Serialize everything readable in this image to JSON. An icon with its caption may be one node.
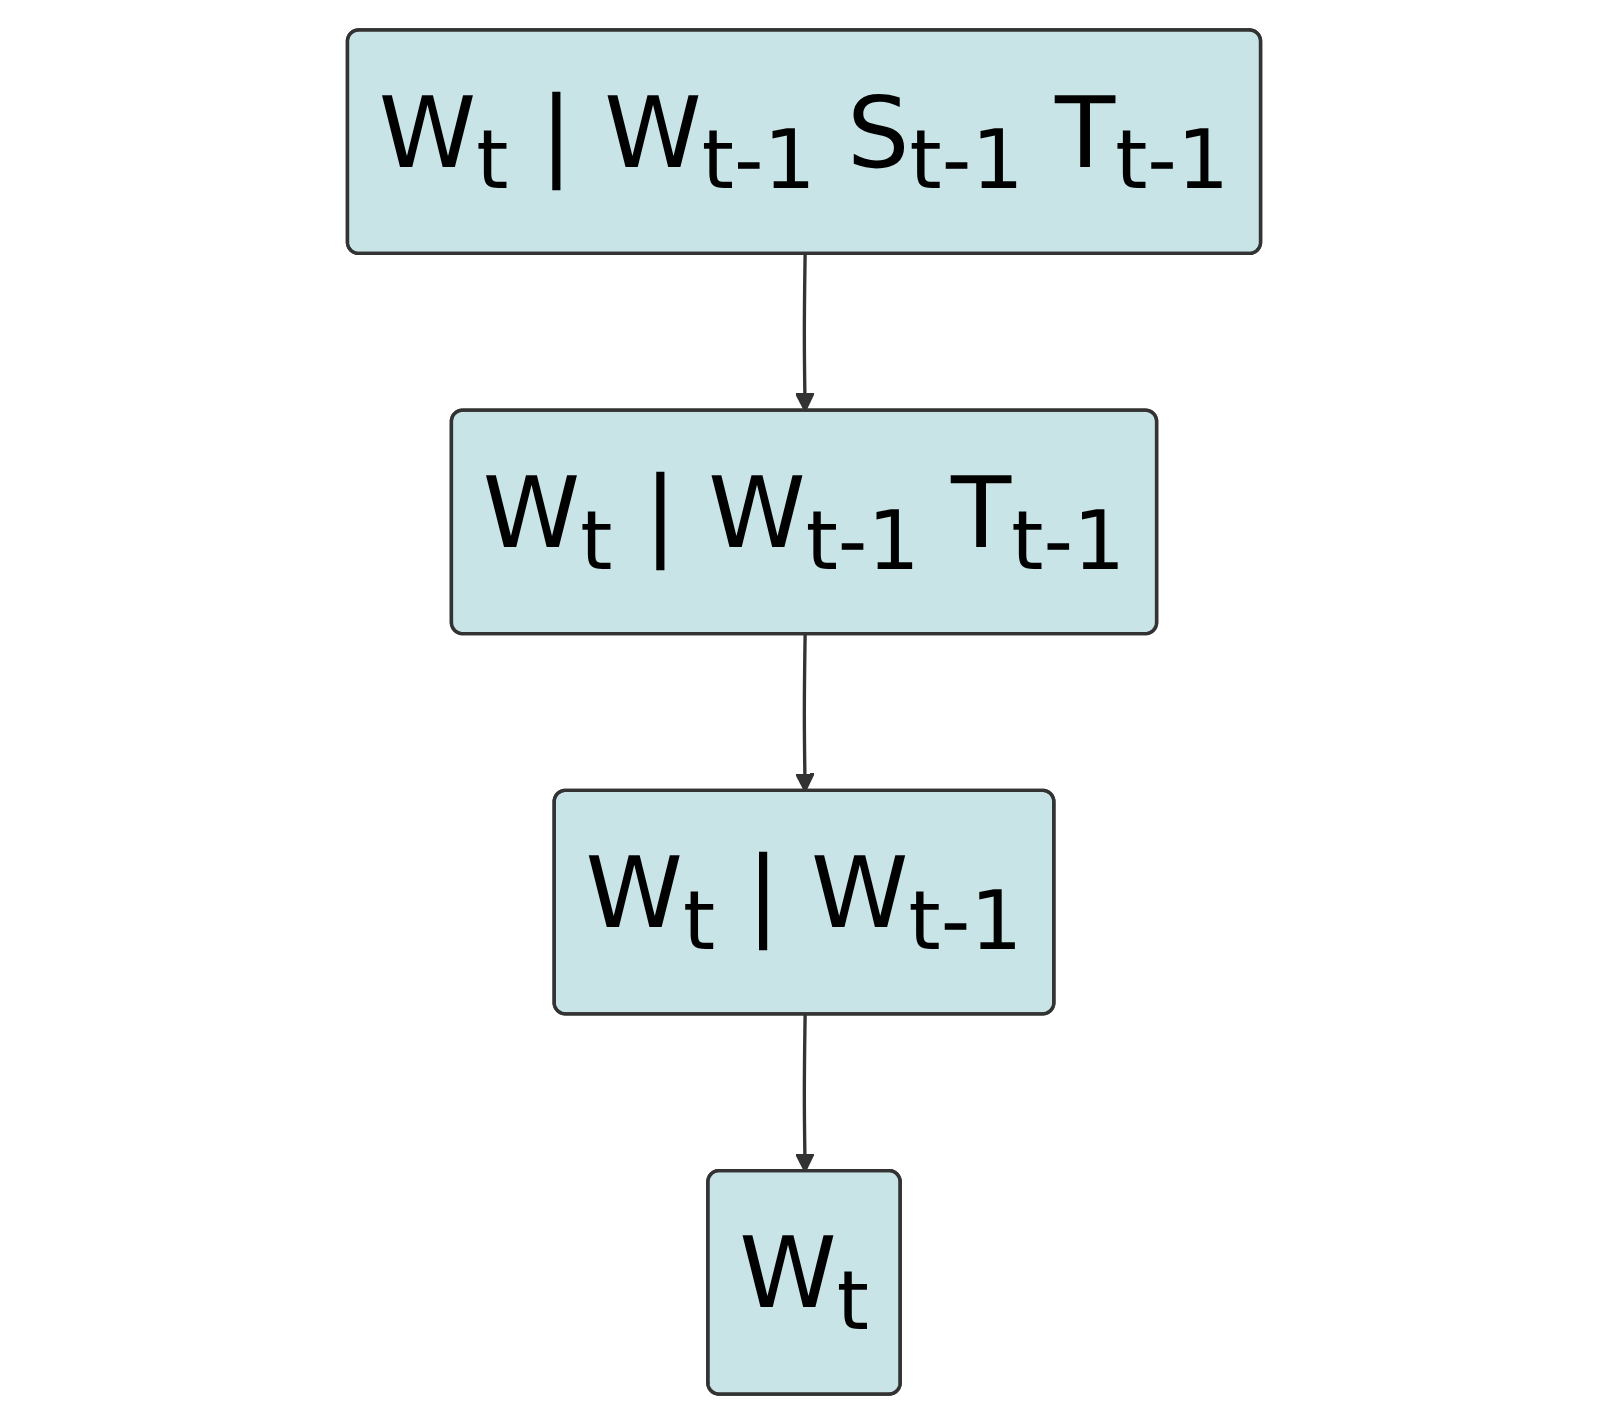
{
  "diagram": {
    "nodes": [
      {
        "text": [
          "W$_{t}$ | W$_{t-1}$ S$_{t-1}$ T$_{t-1}$"
        ]
      },
      {
        "text": [
          "W$_{t}$ | W$_{t-1}$ T$_{t-1}$"
        ]
      },
      {
        "text": [
          "W$_{t}$ | W$_{t-1}$"
        ]
      },
      {
        "text": [
          "W$_{t}$"
        ]
      }
    ],
    "edges": [
      {
        "from": 0,
        "to": 1,
        "arrow": "to"
      },
      {
        "from": 1,
        "to": 2,
        "arrow": "to"
      },
      {
        "from": 2,
        "to": 3,
        "arrow": "to"
      }
    ]
  }
}
